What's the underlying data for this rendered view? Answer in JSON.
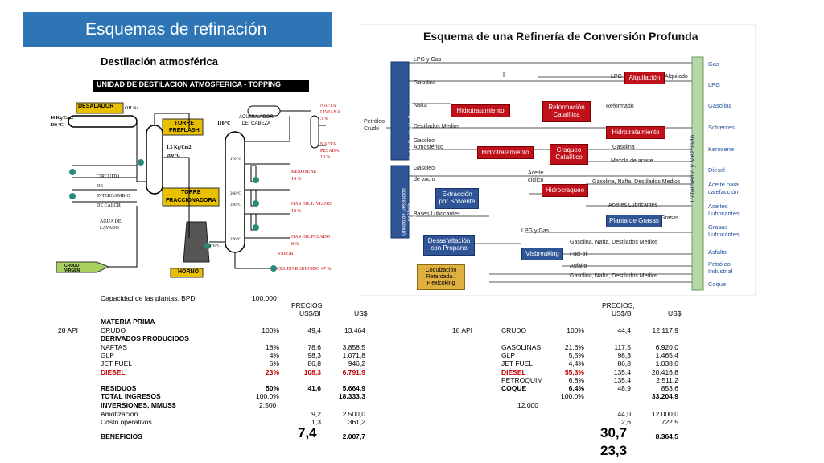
{
  "title": "Esquemas de refinación",
  "subtitle": "Destilación atmosférica",
  "left_diagram": {
    "header": "UNIDAD DE DESTILACION ATMOSFERICA - TOPPING",
    "labels": {
      "desalador": "DESALADOR",
      "ohna": "OH Na",
      "p14": "14 Kg/Cm2",
      "t130": "130 ºC",
      "torre_preflash": "TORRE\nPREFLASH",
      "p15": "1.5 Kg/Cm2",
      "t200": "200 ºC",
      "t110": "110 ºC",
      "acumulador": "ACUMULADOR\nDE  CABEZA",
      "nafta_liviana": "NAFTA\nLIVIANA\n3 %",
      "nafta_pesada": "NAFTA\nPESADA\n10 %",
      "kerosene": "KEROSENE\n14 %",
      "gasoil_liviano": "GAS OIL LIVIANO\n18 %",
      "gasoil_pesado": "GAS OIL PESADO\n8 %",
      "vapor": "VAPOR",
      "crudo_reducido": "CRUDO REDUCIDO 47 %",
      "circuito": "CIRCUITO\nDE\nINTERCAMBIO\nDE CALOR",
      "agua": "AGUA DE\nLAVADO",
      "torre_frac": "TORRE\nFRACCIONADORA",
      "horno": "HORNO",
      "crudo_virgen": "CRUDO\nVIRGEN",
      "t170": "170 ºC",
      "t260": "260 ºC",
      "t320": "320 ºC",
      "t370a": "370 ºC",
      "t370b": "370 ºC"
    }
  },
  "right_diagram": {
    "title": "Esquema de una Refinería de Conversión Profunda",
    "feed": "Petróleo\nCrudo",
    "udp": "Unidad de Destilación Primaria\nUDP",
    "udv": "Unidad de Destilación\nde Vacío\nUDV",
    "tratamiento": "Tratamiento y Mezclado",
    "units": {
      "alquilacion": "Alquilación",
      "hidrotrat1": "Hidrotratamiento",
      "reformacion": "Reformación\nCatalítica",
      "hidrotrat2": "Hidrotratamiento",
      "hidrotrat3": "Hidrotratamiento",
      "craqueo": "Craqueo\nCatalítico",
      "hidrocraqueo": "Hidrocraqueo",
      "extraccion": "Extracción\npor Solvente",
      "planta_grasas": "Planta de Grasas",
      "desasfaltacion": "Desasfaltación\ncon Propano",
      "visbreaking": "Visbreaking",
      "coquizacion": "Coquización\nRetardada /\nFlexicoking"
    },
    "streams": {
      "lpg_gas": "LPG y Gas",
      "gasolina": "Gasolina",
      "nafta": "Nafta",
      "destilados": "Destilados Medios",
      "gasoleo_atm": "Gasóleo\nAtmosférico",
      "gasoleo_vacio": "Gasóleo\nde vacío",
      "lpg": "LPG",
      "alquilado": "Alquilado",
      "reformado": "Reformado",
      "gasolina2": "Gasolina",
      "mezcla_aceite": "Mezcla de aceite",
      "aceite_ciclico": "Aceite\ncíclico",
      "gnd": "Gasolina, Nafta, Destilados Medios",
      "aceites_lub": "Aceites Lubricantes",
      "bases_lub": "Bases Lubricantes",
      "grasas_s": "Grasas",
      "lpg_gas2": "LPG y Gas",
      "gnd2": "Gasolina, Nafta, Destilados Medios",
      "fuel_oil": "Fuel oil",
      "asfalto_s": "Asfalto",
      "gnd3": "Gasolina, Nafta, Destilados Medios"
    },
    "outputs": [
      "Gas",
      "LPG",
      "Gasolina",
      "Solventes",
      "Kerosene",
      "Diesel",
      "Aceite para\ncalefacción",
      "Aceites\nLubricantes",
      "Grasas\nLubricantes",
      "Asfalto",
      "Petróleo\nIndustrial",
      "Coque"
    ]
  },
  "table": {
    "capacidad_label": "Capacidad de las plantas, BPD",
    "capacidad_value": "100.000",
    "precios": "PRECIOS,",
    "usbl": "US$/Bl",
    "uss": "US$",
    "materia_prima": "MATERIA PRIMA",
    "derivados": "DERIVADOS PRODUCIDOS",
    "left": {
      "api": "28 API",
      "rows": [
        {
          "name": "CRUDO",
          "pct": "100%",
          "price": "49,4",
          "value": "13.464"
        },
        {
          "name": "NAFTAS",
          "pct": "18%",
          "price": "78,6",
          "value": "3.858,5"
        },
        {
          "name": "GLP",
          "pct": "4%",
          "price": "98,3",
          "value": "1.071,8"
        },
        {
          "name": "JET FUEL",
          "pct": "5%",
          "price": "86,8",
          "value": "946,2"
        },
        {
          "name": "DIESEL",
          "pct": "23%",
          "price": "108,3",
          "value": "6.791,9"
        },
        {
          "name": "RESIDUOS",
          "pct": "50%",
          "price": "41,6",
          "value": "5.664,9"
        }
      ],
      "total_label": "TOTAL INGRESOS",
      "total_pct": "100,0%",
      "total_value": "18.333,3",
      "inv_label": "INVERSIONES, MMUS$",
      "inv_value": "2.500",
      "amort_label": "Amotizacion",
      "amort_price": "9,2",
      "amort_value": "2.500,0",
      "costo_label": "Costo operativos",
      "costo_price": "1,3",
      "costo_value": "361,2",
      "benef_label": "BENEFICIOS",
      "benef_price": "7,4",
      "benef_value": "2.007,7"
    },
    "right": {
      "api": "18 API",
      "rows": [
        {
          "name": "CRUDO",
          "pct": "100%",
          "price": "44,4",
          "value": "12.117,9"
        },
        {
          "name": "GASOLINAS",
          "pct": "21,6%",
          "price": "117,5",
          "value": "6.920,0"
        },
        {
          "name": "GLP",
          "pct": "5,5%",
          "price": "98,3",
          "value": "1.465,4"
        },
        {
          "name": "JET FUEL",
          "pct": "4,4%",
          "price": "86,8",
          "value": "1.038,0"
        },
        {
          "name": "DIESEL",
          "pct": "55,3%",
          "price": "135,4",
          "value": "20.416,8"
        },
        {
          "name": "PETROQUIM",
          "pct": "6,8%",
          "price": "135,4",
          "value": "2.511,2"
        },
        {
          "name": "COQUE",
          "pct": "6,4%",
          "price": "48,9",
          "value": "853,6"
        }
      ],
      "total_pct": "100,0%",
      "total_value": "33.204,9",
      "inv_value": "12.000",
      "amort_price": "44,0",
      "amort_value": "12.000,0",
      "costo_price": "2,6",
      "costo_value": "722,5",
      "benef_price": "30,7",
      "benef_value": "8.364,5",
      "extra": "23,3"
    }
  }
}
